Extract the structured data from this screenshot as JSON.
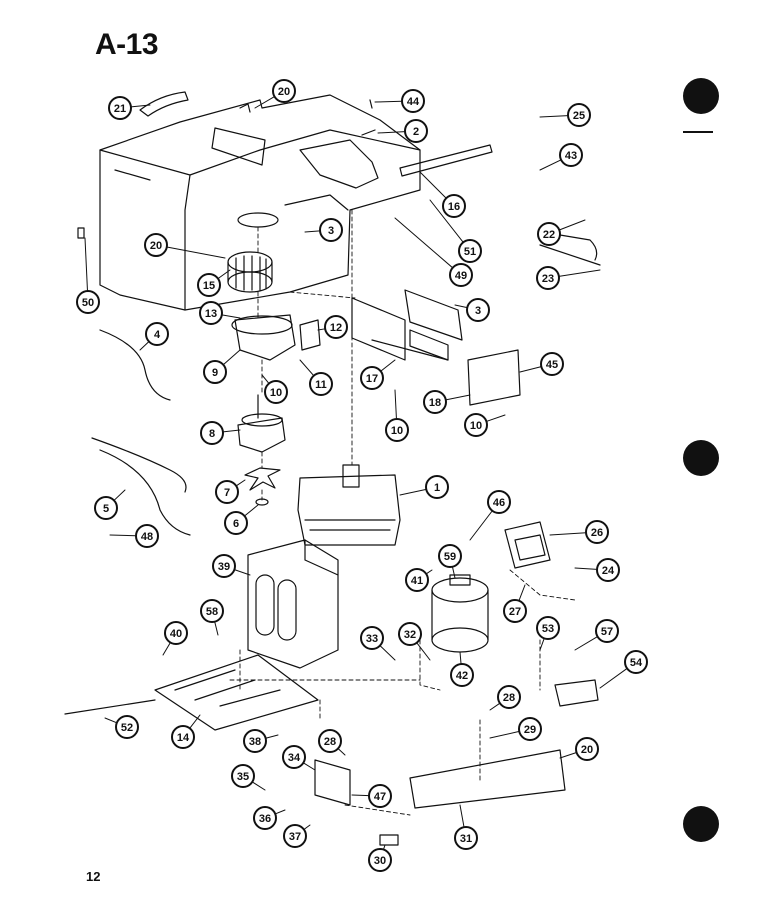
{
  "page": {
    "title": "A-13",
    "page_number": "12"
  },
  "callouts": [
    {
      "label": "21"
    },
    {
      "label": "20"
    },
    {
      "label": "44"
    },
    {
      "label": "2"
    },
    {
      "label": "25"
    },
    {
      "label": "16"
    },
    {
      "label": "43"
    },
    {
      "label": "3"
    },
    {
      "label": "20"
    },
    {
      "label": "51"
    },
    {
      "label": "22"
    },
    {
      "label": "49"
    },
    {
      "label": "15"
    },
    {
      "label": "23"
    },
    {
      "label": "50"
    },
    {
      "label": "13"
    },
    {
      "label": "3"
    },
    {
      "label": "12"
    },
    {
      "label": "4"
    },
    {
      "label": "9"
    },
    {
      "label": "11"
    },
    {
      "label": "17"
    },
    {
      "label": "45"
    },
    {
      "label": "10"
    },
    {
      "label": "18"
    },
    {
      "label": "10"
    },
    {
      "label": "10"
    },
    {
      "label": "8"
    },
    {
      "label": "1"
    },
    {
      "label": "7"
    },
    {
      "label": "5"
    },
    {
      "label": "6"
    },
    {
      "label": "46"
    },
    {
      "label": "26"
    },
    {
      "label": "48"
    },
    {
      "label": "59"
    },
    {
      "label": "39"
    },
    {
      "label": "41"
    },
    {
      "label": "24"
    },
    {
      "label": "27"
    },
    {
      "label": "58"
    },
    {
      "label": "40"
    },
    {
      "label": "53"
    },
    {
      "label": "57"
    },
    {
      "label": "33"
    },
    {
      "label": "32"
    },
    {
      "label": "42"
    },
    {
      "label": "54"
    },
    {
      "label": "52"
    },
    {
      "label": "28"
    },
    {
      "label": "14"
    },
    {
      "label": "29"
    },
    {
      "label": "38"
    },
    {
      "label": "28"
    },
    {
      "label": "20"
    },
    {
      "label": "34"
    },
    {
      "label": "47"
    },
    {
      "label": "35"
    },
    {
      "label": "36"
    },
    {
      "label": "31"
    },
    {
      "label": "37"
    },
    {
      "label": "30"
    }
  ]
}
